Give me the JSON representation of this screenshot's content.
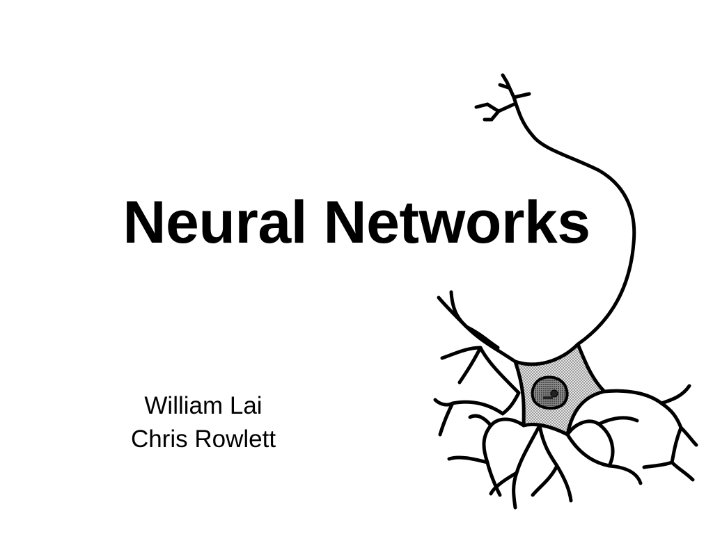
{
  "slide": {
    "title": "Neural Networks",
    "authors": [
      "William Lai",
      "Chris Rowlett"
    ]
  },
  "illustration": {
    "icon": "neuron-illustration",
    "stroke_color": "#000000",
    "soma_fill": "#c9c9c9",
    "nucleus_fill": "#5a5a5a"
  }
}
